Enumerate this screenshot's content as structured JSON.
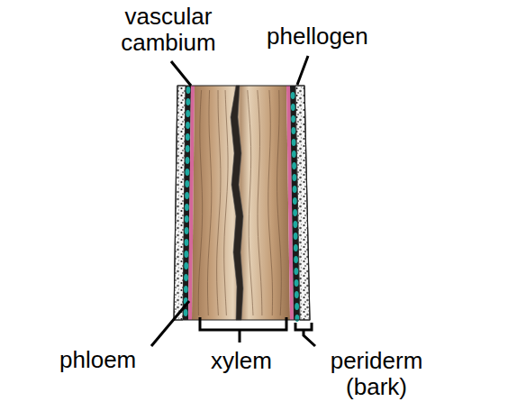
{
  "diagram": {
    "labels": [
      "vascular cambium",
      "phellogen",
      "phloem",
      "xylem",
      "periderm (bark)"
    ]
  }
}
